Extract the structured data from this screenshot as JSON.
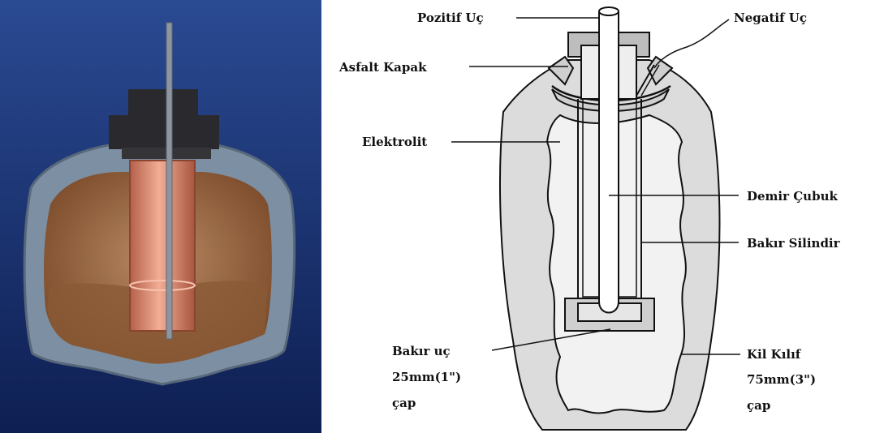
{
  "labels": {
    "pozitif_uc": "Pozitif Uç",
    "negatif_uc": "Negatif Uç",
    "asfalt_kapak": "Asfalt Kapak",
    "elektrolit": "Elektrolit",
    "demir_cubuk": "Demir Çubuk",
    "bakir_silindir": "Bakır Silindir",
    "bakir_uc": [
      "Bakır uç",
      "25mm(1\")",
      "çap"
    ],
    "kil_kilif": [
      "Kil Kılıf",
      "75mm(3\")",
      "çap"
    ]
  },
  "photo": {
    "description_icon": "cutaway-porous-pot-cell-photo",
    "background_color": "#1e3a7c"
  }
}
